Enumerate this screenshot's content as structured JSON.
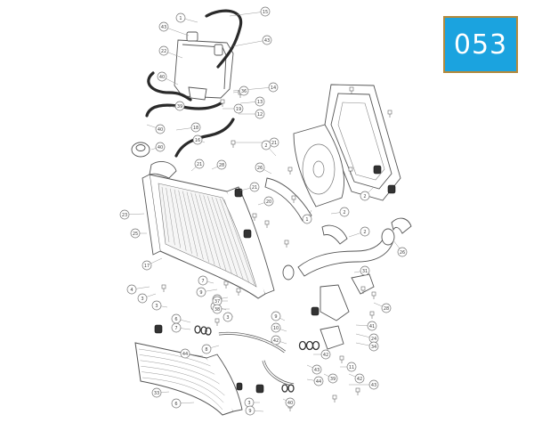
{
  "page_number": "053",
  "colors": {
    "badge_bg": "#1ba3df",
    "badge_border": "#b48a3c",
    "line": "#555555",
    "hose": "#2a2a2a",
    "callout": "#777777"
  },
  "callouts": [
    "15",
    "1",
    "43",
    "43",
    "22",
    "40",
    "14",
    "36",
    "13",
    "12",
    "19",
    "18",
    "39",
    "40",
    "21",
    "16",
    "40",
    "28",
    "21",
    "21",
    "2",
    "20",
    "26",
    "23",
    "25",
    "17",
    "4",
    "3",
    "7",
    "9",
    "5",
    "5",
    "3",
    "3",
    "6",
    "7",
    "8",
    "9",
    "10",
    "41",
    "42",
    "43",
    "44",
    "42",
    "42",
    "43",
    "44",
    "39",
    "37",
    "38",
    "6",
    "3",
    "9",
    "40",
    "33",
    "24",
    "34",
    "31",
    "28",
    "26",
    "2",
    "11",
    "2",
    "1",
    "2"
  ]
}
